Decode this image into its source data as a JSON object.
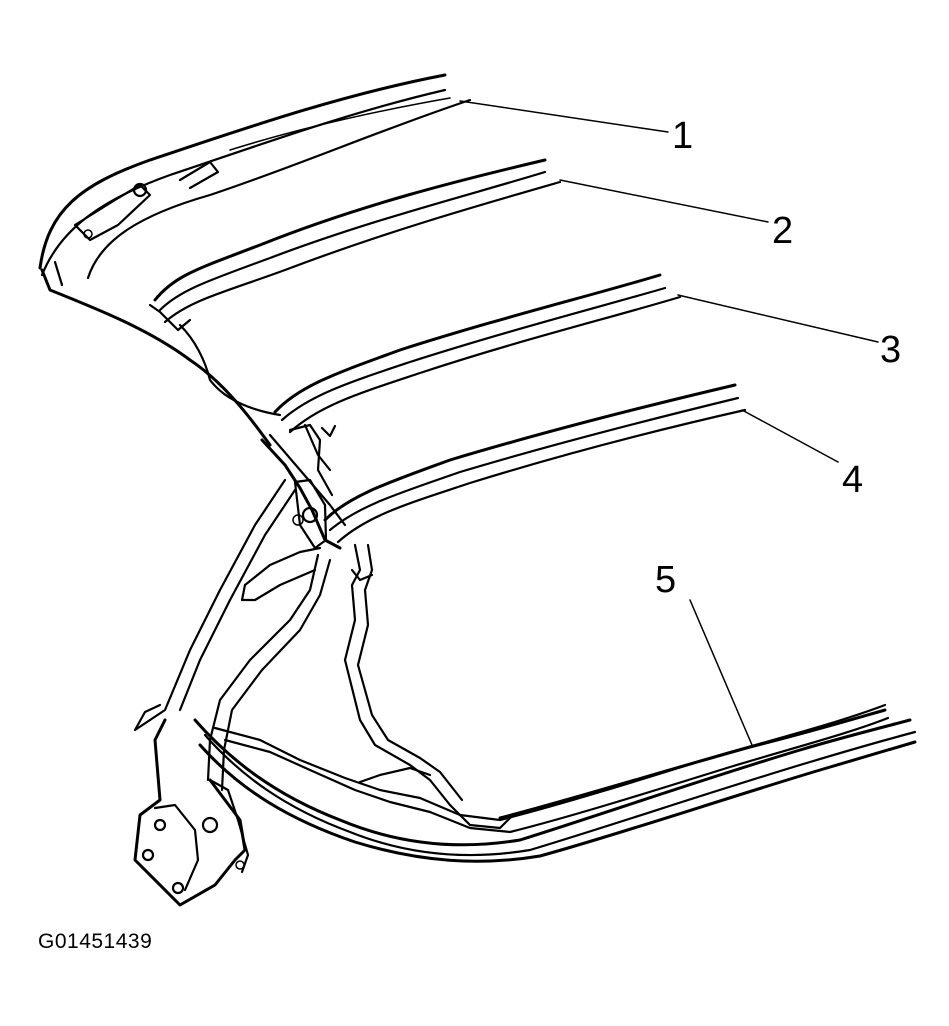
{
  "callouts": [
    {
      "id": "1",
      "label": "1"
    },
    {
      "id": "2",
      "label": "2"
    },
    {
      "id": "3",
      "label": "3"
    },
    {
      "id": "4",
      "label": "4"
    },
    {
      "id": "5",
      "label": "5"
    }
  ],
  "figure_id": "G01451439",
  "colors": {
    "line": "#000000",
    "background": "#ffffff"
  }
}
